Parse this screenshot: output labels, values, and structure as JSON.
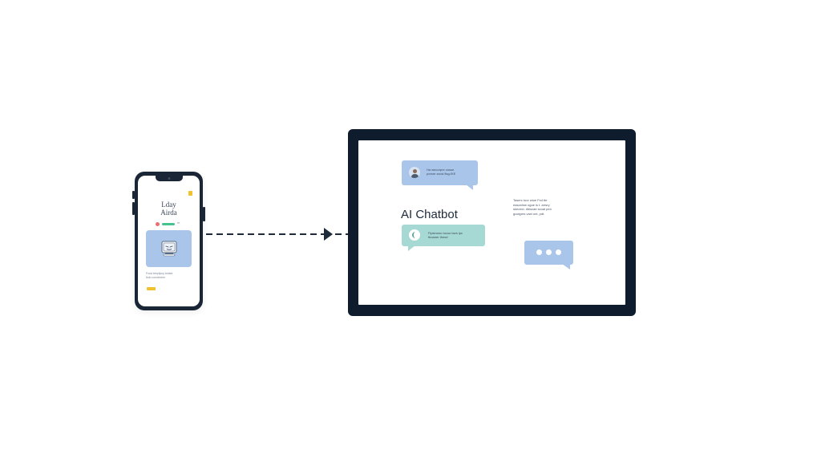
{
  "phone": {
    "title_line1": "Lday",
    "title_line2": "Airda",
    "indicator_text": "ᴱᴮ",
    "caption_line1": "Fxxci teeplipcy toriste",
    "caption_line2": "tiolo conoterem",
    "colors": {
      "frame": "#1a2536",
      "card": "#a9c6ea",
      "accent_yellow": "#f2c12e",
      "accent_green": "#46c28f",
      "accent_red": "#e8706e"
    }
  },
  "monitor": {
    "user_bubble": {
      "line1": "Ha wecorpre cosse",
      "line2": "porsre sxcsl fisg.fXE"
    },
    "title": "AI Chatbot",
    "bot_bubble": {
      "line1": "Flpsinono tocuo tavs ipc",
      "line2": "tboaner thnsd"
    },
    "side_text": [
      "Taserc toor wioe Fxd tte",
      "easonlnw ogoe is t. arrsry",
      "skeoecl. dlescae scoal peo",
      "goctgnrs vaxt ont, pdt."
    ],
    "typing_indicator": "•••",
    "colors": {
      "frame": "#0f1c2e",
      "user_bubble": "#a9c6ea",
      "bot_bubble": "#a6d9d4",
      "typing_bubble": "#a9c6ea"
    }
  },
  "connector": {
    "style": "dashed-arrow",
    "direction": "phone-to-monitor",
    "color": "#1f2a3a"
  }
}
